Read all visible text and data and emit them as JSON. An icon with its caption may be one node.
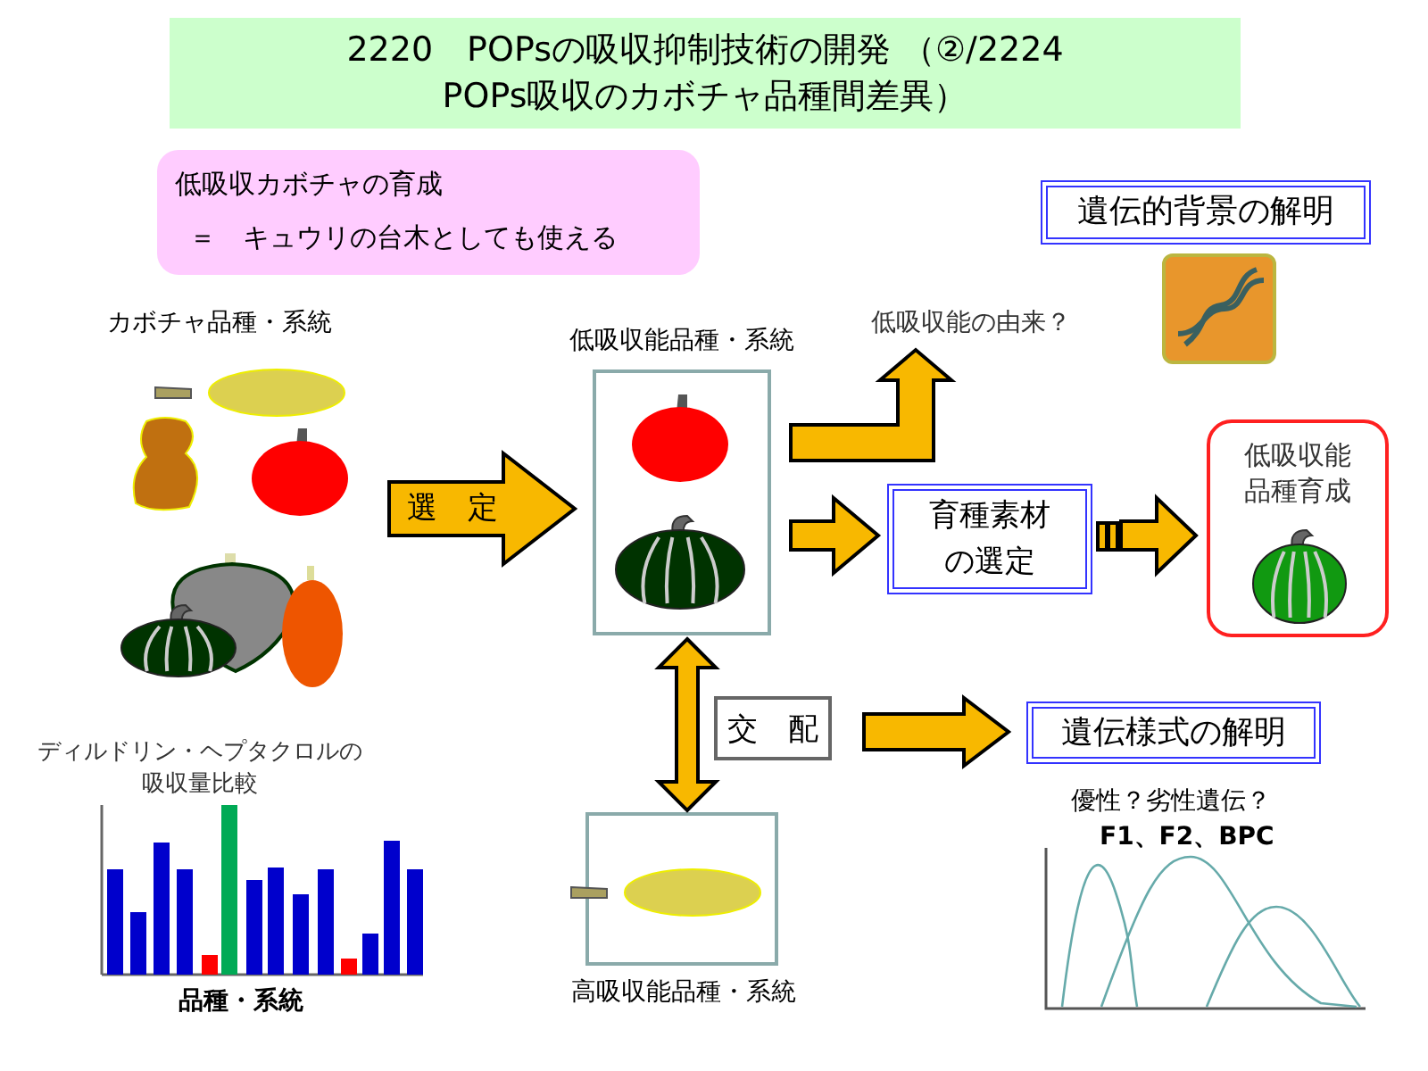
{
  "diagram": {
    "title": "2220　POPsの吸収抑制技術の開発 （②/2224　POPs吸収のカボチャ品種間差異）",
    "nodes": [
      {
        "text": [
          "低吸収カボチャの育成",
          "＝　キュウリの台木としても使える"
        ]
      },
      {
        "text": [
          "遺伝的背景の解明"
        ]
      },
      {
        "text": [
          "カボチャ品種・系統"
        ]
      },
      {
        "text": [
          "低吸収能品種・系統"
        ]
      },
      {
        "text": [
          "低吸収能の由来？"
        ]
      },
      {
        "text": [
          "育種素材の選定"
        ]
      },
      {
        "text": [
          "低吸収能品種育成"
        ]
      },
      {
        "text": [
          "交　配"
        ]
      },
      {
        "text": [
          "遺伝様式の解明"
        ]
      },
      {
        "text": [
          "高吸収能品種・系統"
        ]
      }
    ],
    "edges": [
      {
        "from": 2,
        "to": 3,
        "arrow": "to",
        "label": "選　定"
      },
      {
        "from": 3,
        "to": 4,
        "arrow": "to"
      },
      {
        "from": 3,
        "to": 5,
        "arrow": "to"
      },
      {
        "from": 5,
        "to": 6,
        "arrow": "to"
      },
      {
        "from": 3,
        "to": 9,
        "arrow": "both"
      },
      {
        "from": 7,
        "to": 8,
        "arrow": "to"
      }
    ],
    "labels": [
      "ディルドリン・ヘプタクロルの吸収量比較",
      "品種・系統",
      "優性？劣性遺伝？",
      "F1、F2、BPC"
    ]
  }
}
